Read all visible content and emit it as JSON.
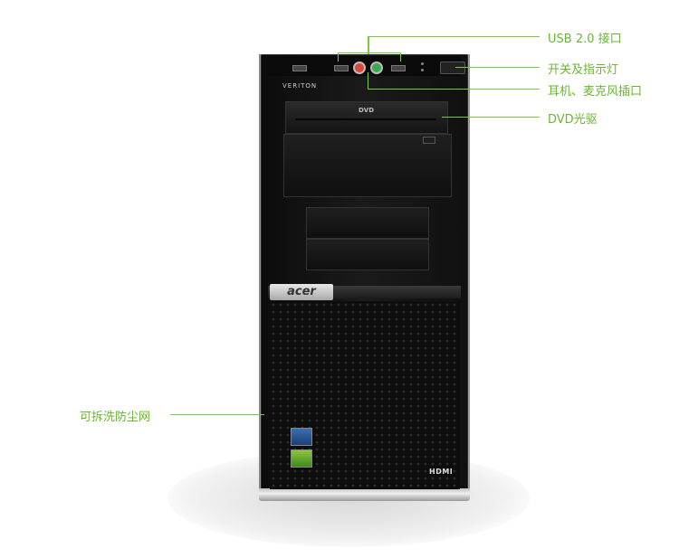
{
  "labels": {
    "usb": "USB 2.0 接口",
    "power": "开关及指示灯",
    "audio": "耳机、麦克风插口",
    "dvd": "DVD光驱",
    "dust": "可拆洗防尘网"
  },
  "product": {
    "brand_logo": "acer",
    "series": "VERITON",
    "drive_logo": "DVD",
    "port_logo": "HDMI"
  },
  "colors": {
    "accent": "#7ac943",
    "label_text": "#6ab533",
    "case": "#111111"
  }
}
